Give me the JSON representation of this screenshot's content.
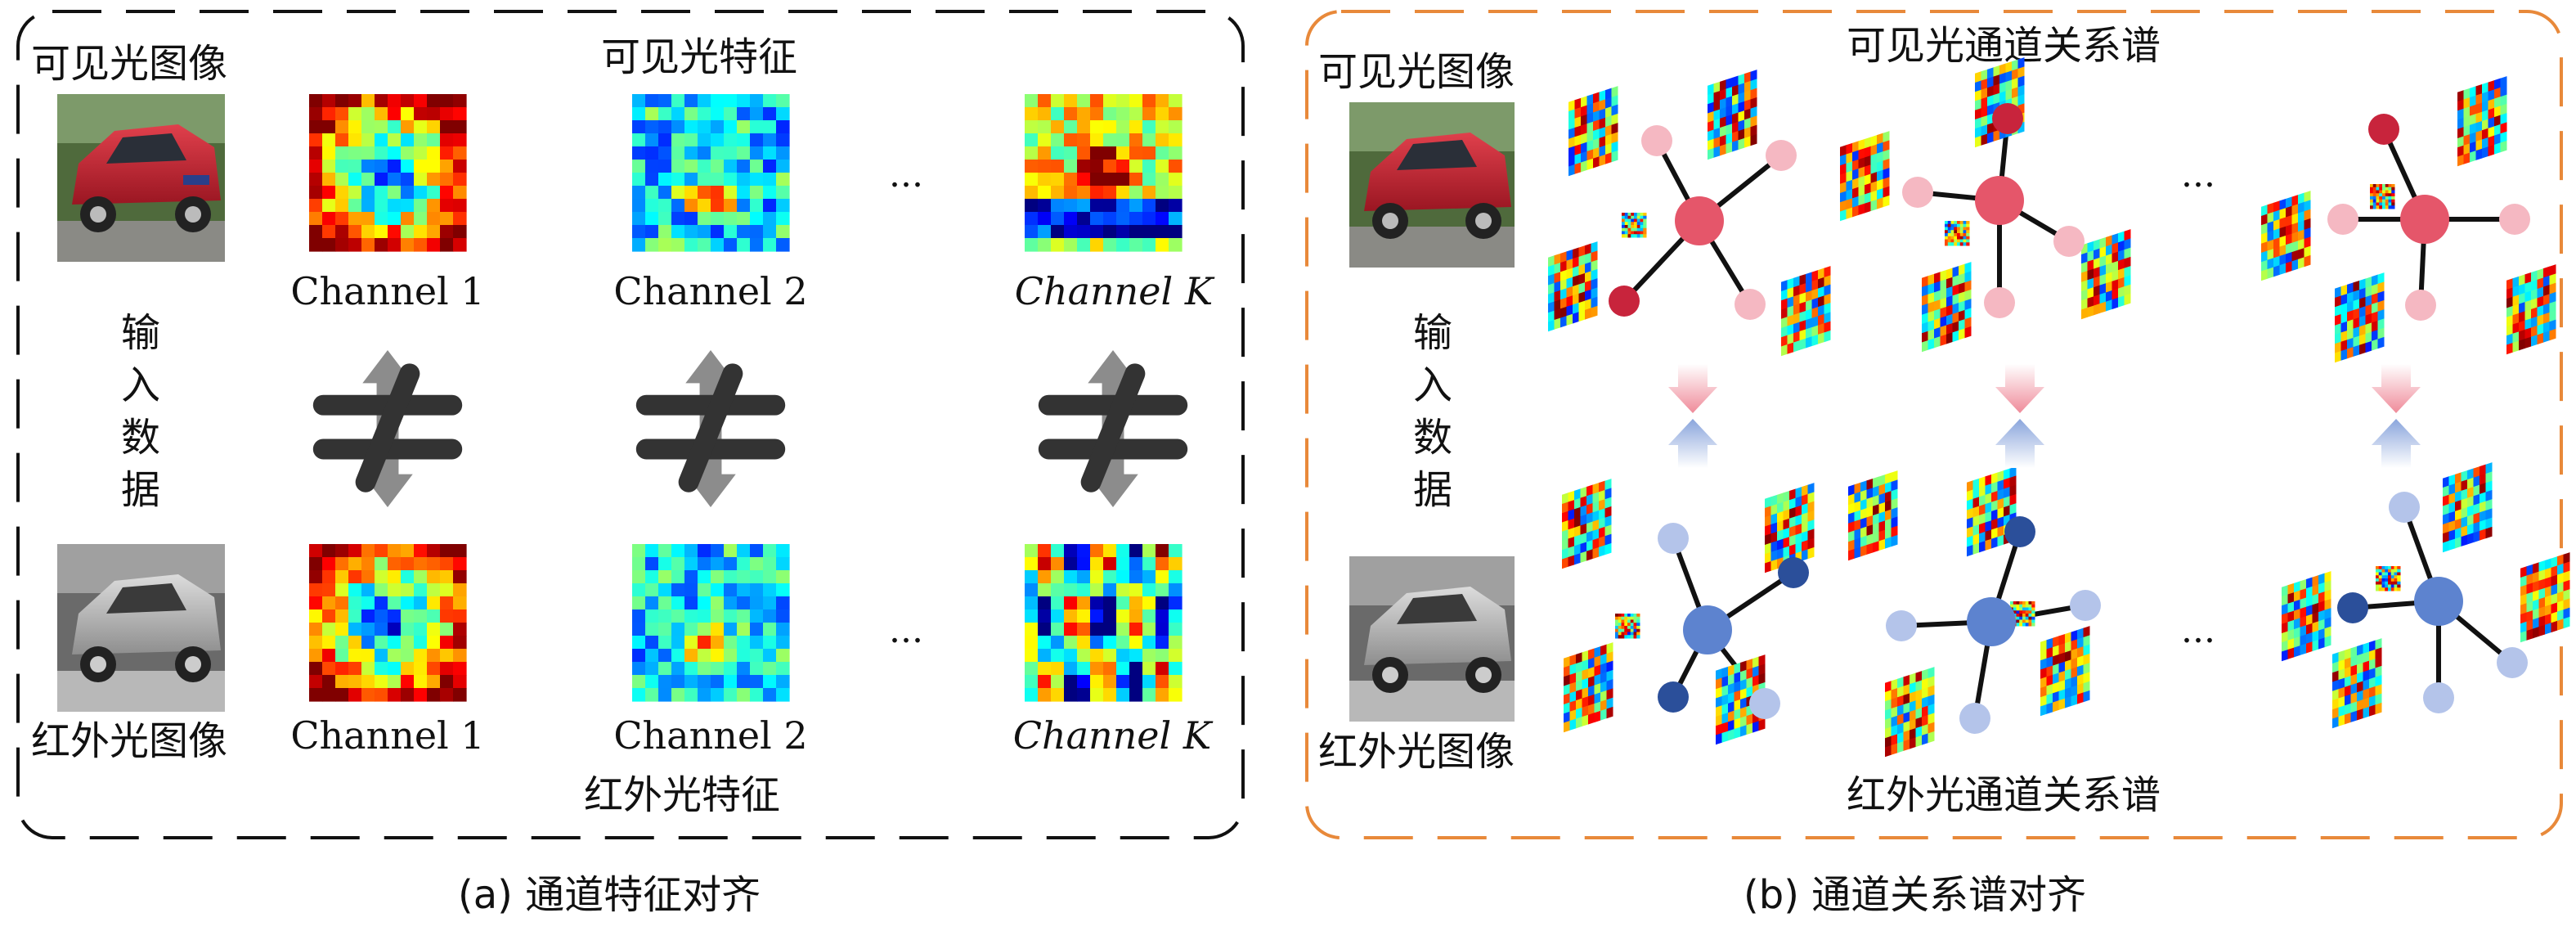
{
  "panel_a": {
    "visible_image_label": "可见光图像",
    "visible_feature_label": "可见光特征",
    "input_data_label": [
      "输",
      "入",
      "数",
      "据"
    ],
    "infrared_image_label": "红外光图像",
    "infrared_feature_label": "红外光特征",
    "channel_labels_top": [
      "Channel 1",
      "Channel 2",
      "Channel K"
    ],
    "channel_labels_bottom": [
      "Channel 1",
      "Channel 2",
      "Channel K"
    ],
    "ellipsis": "...",
    "caption": "(a) 通道特征对齐"
  },
  "panel_b": {
    "visible_image_label": "可见光图像",
    "visible_spectrum_label": "可见光通道关系谱",
    "input_data_label": [
      "输",
      "入",
      "数",
      "据"
    ],
    "infrared_image_label": "红外光图像",
    "infrared_spectrum_label": "红外光通道关系谱",
    "ellipsis": "...",
    "caption": "(b) 通道关系谱对齐"
  },
  "colors": {
    "panel_a_border": "#111111",
    "panel_b_border": "#e8893a",
    "not_equal_symbol": "#333333",
    "arrow_gray": "#8c8c8c",
    "node_red_dark": "#c8243c",
    "node_red_light": "#f5b8c2",
    "node_blue_dark": "#2b4f9a",
    "node_blue_light": "#b4c4ea"
  }
}
